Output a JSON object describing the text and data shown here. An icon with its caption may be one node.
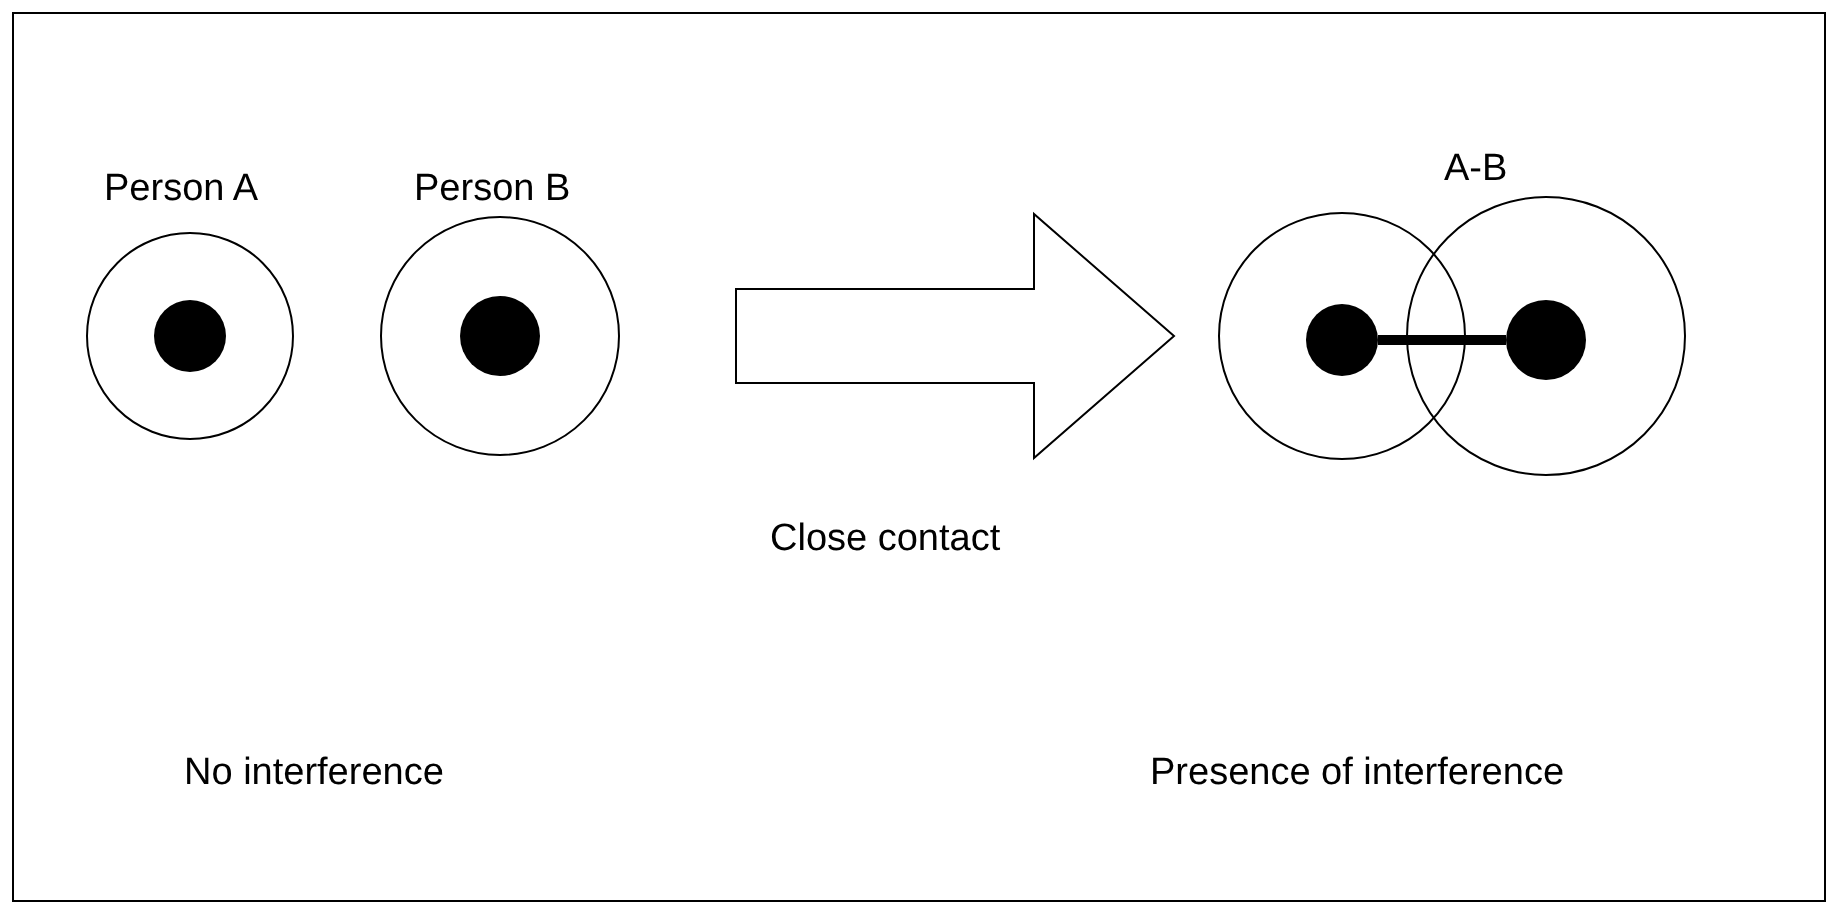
{
  "diagram": {
    "nodes": [
      {
        "text": [
          "Person A"
        ]
      },
      {
        "text": [],
        "shape": "circle",
        "in": 0
      },
      {
        "text": [
          "Person B"
        ]
      },
      {
        "text": [],
        "shape": "circle",
        "in": 2
      },
      {
        "text": [],
        "shape": "circle"
      },
      {
        "text": [],
        "shape": "circle",
        "in": 4
      },
      {
        "text": [],
        "shape": "circle"
      },
      {
        "text": [],
        "shape": "circle",
        "in": 6
      }
    ],
    "edges": [
      {
        "from": 2,
        "to": 4,
        "arrow": "to"
      },
      {
        "from": 5,
        "to": 7,
        "arrow": "none"
      }
    ],
    "labels": [
      "A-B",
      "Close contact",
      "No interference",
      "Presence of interference"
    ]
  }
}
